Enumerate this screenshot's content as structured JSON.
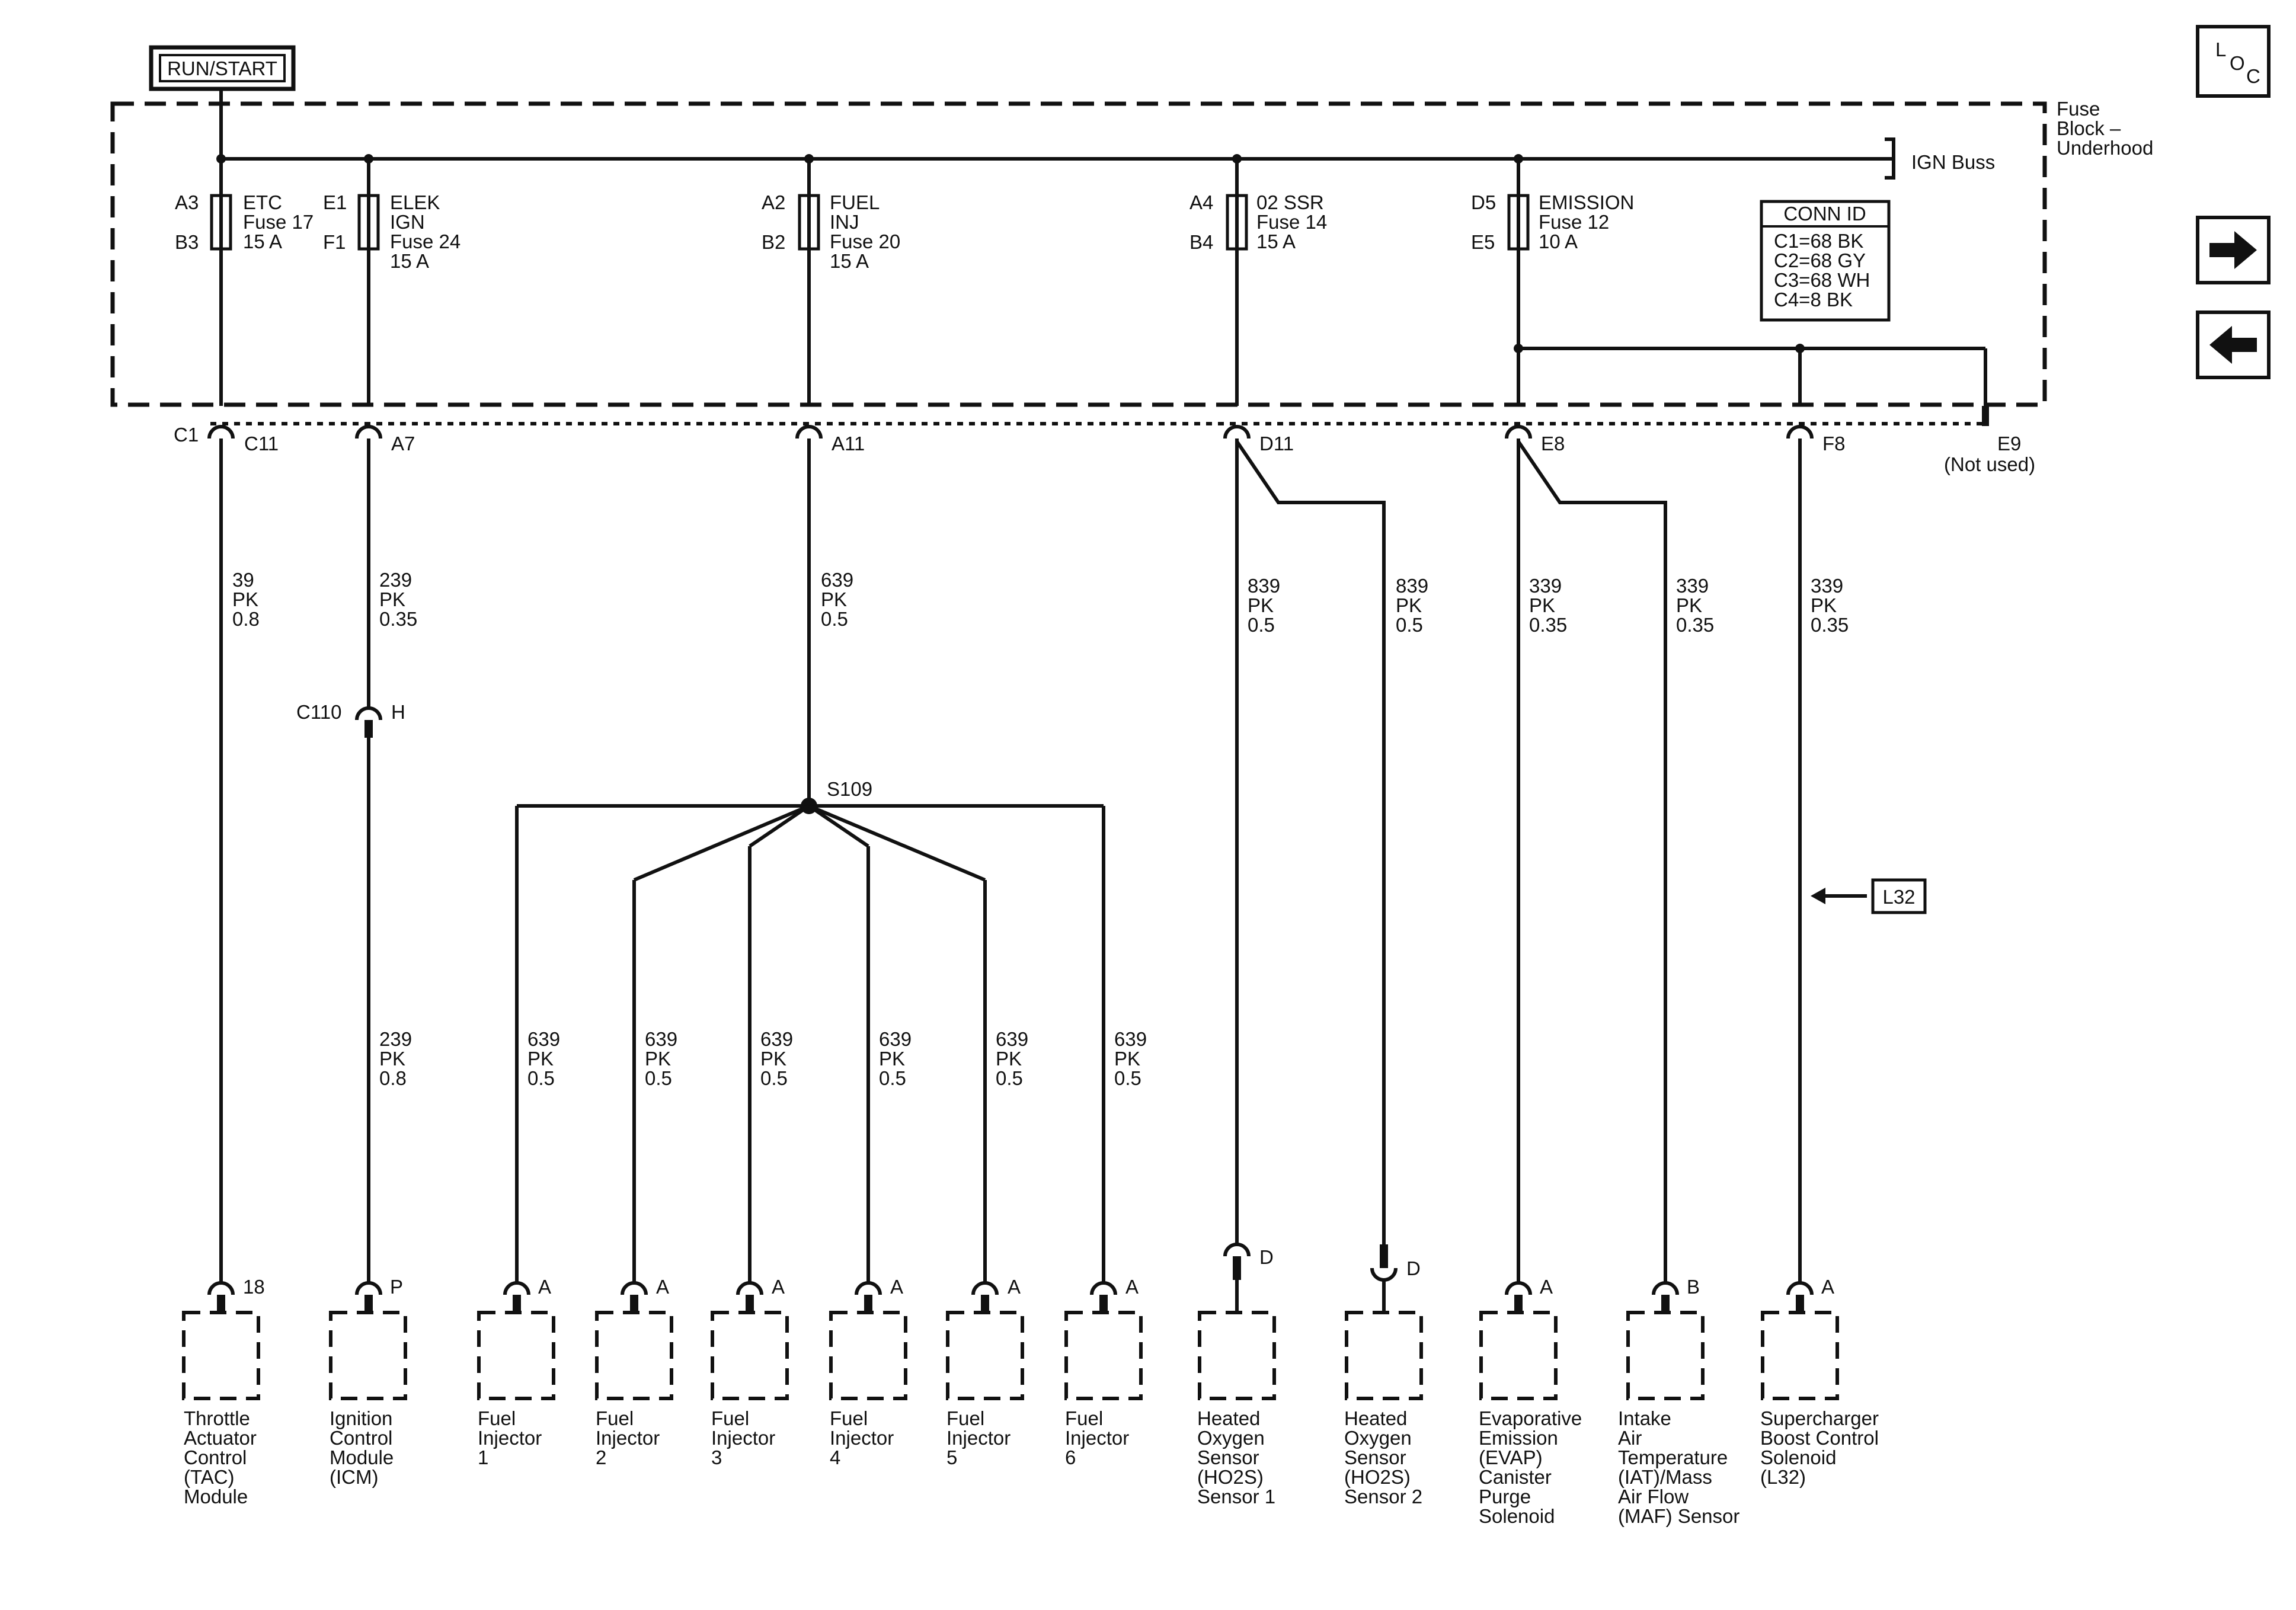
{
  "power_source": "RUN/START",
  "fuse_block": {
    "line1": "Fuse",
    "line2": "Block –",
    "line3": "Underhood"
  },
  "bus_label": "IGN Buss",
  "conn_id": {
    "title": "CONN ID",
    "rows": [
      "C1=68 BK",
      "C2=68 GY",
      "C3=68 WH",
      "C4=8 BK"
    ]
  },
  "nav": {
    "loc_l": "L",
    "loc_o": "O",
    "loc_c": "C"
  },
  "fuses": [
    {
      "top_pin": "A3",
      "bottom_pin": "B3",
      "lines": [
        "ETC",
        "Fuse 17",
        "15 A"
      ]
    },
    {
      "top_pin": "E1",
      "bottom_pin": "F1",
      "lines": [
        "ELEK",
        "IGN",
        "Fuse 24",
        "15 A"
      ]
    },
    {
      "top_pin": "A2",
      "bottom_pin": "B2",
      "lines": [
        "FUEL",
        "INJ",
        "Fuse 20",
        "15 A"
      ]
    },
    {
      "top_pin": "A4",
      "bottom_pin": "B4",
      "lines": [
        "02 SSR",
        "Fuse 14",
        "15 A"
      ]
    },
    {
      "top_pin": "D5",
      "bottom_pin": "E5",
      "lines": [
        "EMISSION",
        "Fuse 12",
        "10 A"
      ]
    }
  ],
  "connector_c1": "C1",
  "terminals": [
    "C11",
    "A7",
    "A11",
    "D11",
    "E8",
    "F8",
    "E9"
  ],
  "not_used": "(Not used)",
  "inline_connector": {
    "name": "C110",
    "pin": "H"
  },
  "splice": "S109",
  "wires": {
    "etc": [
      "39",
      "PK",
      "0.8"
    ],
    "ign_upper": [
      "239",
      "PK",
      "0.35"
    ],
    "ign_lower": [
      "239",
      "PK",
      "0.8"
    ],
    "inj_feed": [
      "639",
      "PK",
      "0.5"
    ],
    "injector": [
      "639",
      "PK",
      "0.5"
    ],
    "o2": [
      "839",
      "PK",
      "0.5"
    ],
    "emission": [
      "339",
      "PK",
      "0.35"
    ]
  },
  "l32_ref": "L32",
  "components": [
    {
      "pin": "18",
      "lines": [
        "Throttle",
        "Actuator",
        "Control",
        "(TAC)",
        "Module"
      ]
    },
    {
      "pin": "P",
      "lines": [
        "Ignition",
        "Control",
        "Module",
        "(ICM)"
      ]
    },
    {
      "pin": "A",
      "lines": [
        "Fuel",
        "Injector",
        "1"
      ]
    },
    {
      "pin": "A",
      "lines": [
        "Fuel",
        "Injector",
        "2"
      ]
    },
    {
      "pin": "A",
      "lines": [
        "Fuel",
        "Injector",
        "3"
      ]
    },
    {
      "pin": "A",
      "lines": [
        "Fuel",
        "Injector",
        "4"
      ]
    },
    {
      "pin": "A",
      "lines": [
        "Fuel",
        "Injector",
        "5"
      ]
    },
    {
      "pin": "A",
      "lines": [
        "Fuel",
        "Injector",
        "6"
      ]
    },
    {
      "pin": "D",
      "lines": [
        "Heated",
        "Oxygen",
        "Sensor",
        "(HO2S)",
        "Sensor 1"
      ]
    },
    {
      "pin": "D",
      "lines": [
        "Heated",
        "Oxygen",
        "Sensor",
        "(HO2S)",
        "Sensor 2"
      ]
    },
    {
      "pin": "A",
      "lines": [
        "Evaporative",
        "Emission",
        "(EVAP)",
        "Canister",
        "Purge",
        "Solenoid"
      ]
    },
    {
      "pin": "B",
      "lines": [
        "Intake",
        "Air",
        "Temperature",
        "(IAT)/Mass",
        "Air Flow",
        "(MAF) Sensor"
      ]
    },
    {
      "pin": "A",
      "lines": [
        "Supercharger",
        "Boost Control",
        "Solenoid",
        "(L32)"
      ]
    }
  ]
}
